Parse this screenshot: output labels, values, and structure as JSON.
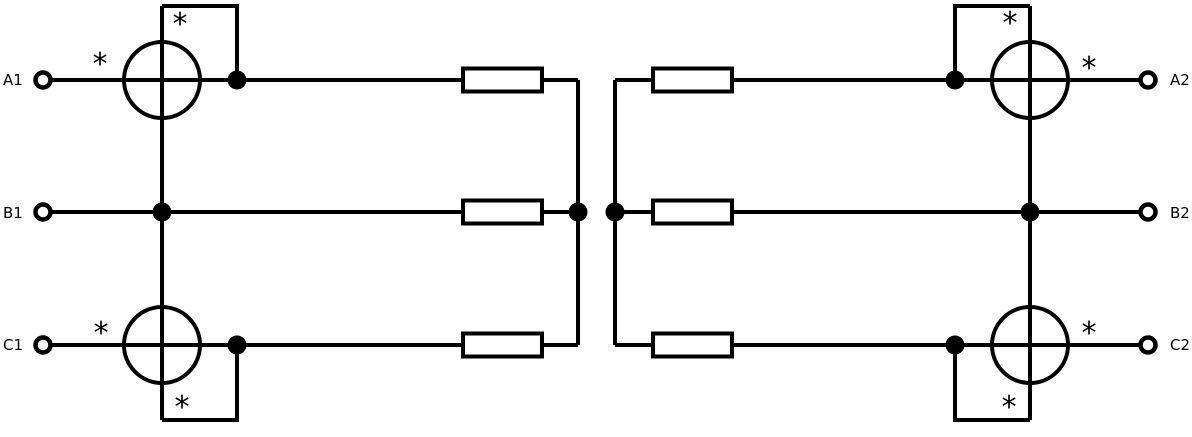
{
  "diagram": {
    "kind": "three-phase-two-wattmeter-circuit",
    "ink_color": "#000000",
    "background_color": "#ffffff",
    "polarity_mark": "*",
    "terminals": {
      "left": [
        "A1",
        "B1",
        "C1"
      ],
      "right": [
        "A2",
        "B2",
        "C2"
      ]
    }
  }
}
